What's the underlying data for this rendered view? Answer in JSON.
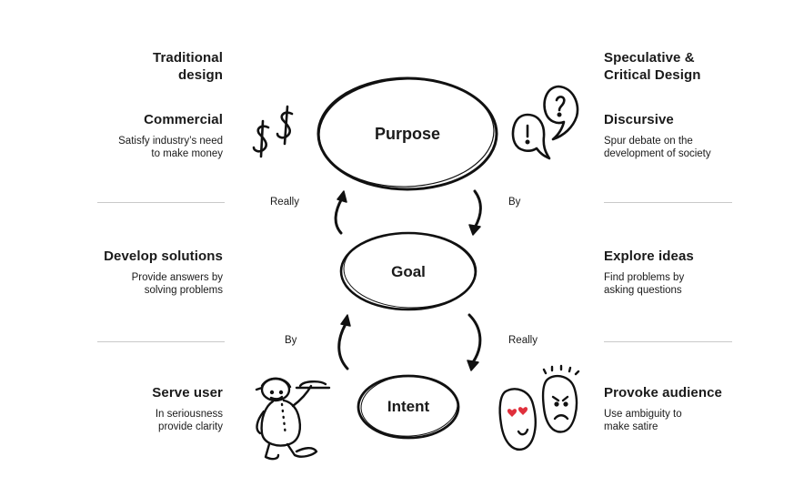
{
  "left": {
    "header": "Traditional design",
    "rows": [
      {
        "title": "Commercial",
        "desc_line1": "Satisfy industry’s need",
        "desc_line2": "to make money"
      },
      {
        "title": "Develop solutions",
        "desc_line1": "Provide answers by",
        "desc_line2": "solving problems"
      },
      {
        "title": "Serve user",
        "desc_line1": "In seriousness",
        "desc_line2": "provide clarity"
      }
    ]
  },
  "right": {
    "header_line1": "Speculative &",
    "header_line2": "Critical Design",
    "rows": [
      {
        "title": "Discursive",
        "desc_line1": "Spur debate on the",
        "desc_line2": "development of society"
      },
      {
        "title": "Explore ideas",
        "desc_line1": "Find problems by",
        "desc_line2": "asking questions"
      },
      {
        "title": "Provoke audience",
        "desc_line1": "Use ambiguity to",
        "desc_line2": "make satire"
      }
    ]
  },
  "left_header_line1": "Traditional",
  "left_header_line2": "design",
  "nodes": {
    "purpose": "Purpose",
    "goal": "Goal",
    "intent": "Intent"
  },
  "connectors": {
    "upper_left": "Really",
    "upper_right": "By",
    "lower_left": "By",
    "lower_right": "Really"
  }
}
